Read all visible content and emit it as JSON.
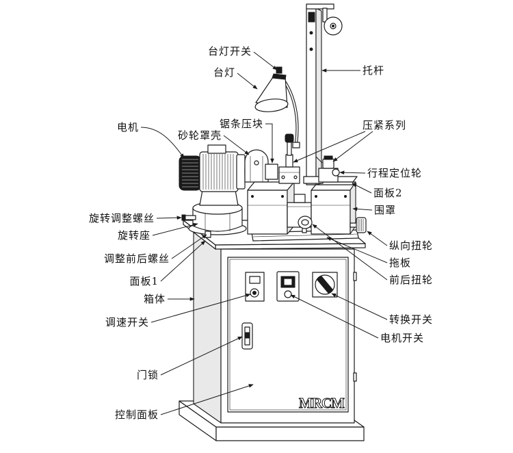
{
  "diagram": {
    "labels": {
      "lamp_switch": "台灯开关",
      "lamp": "台灯",
      "support_rod": "托杆",
      "motor": "电机",
      "saw_blade_clamp_block": "锯条压块",
      "wheel_guard": "砂轮罩壳",
      "clamping_series": "压紧系列",
      "stroke_positioning_wheel": "行程定位轮",
      "panel_2": "面板2",
      "enclosure": "围罩",
      "rotation_adjust_screw": "旋转调整螺丝",
      "rotating_seat": "旋转座",
      "longitudinal_knob": "纵向扭轮",
      "front_back_adjust_screw": "调整前后螺丝",
      "carriage": "拖板",
      "panel_1": "面板1",
      "front_back_knob": "前后扭轮",
      "cabinet": "箱体",
      "selector_switch": "转换开关",
      "speed_switch": "调速开关",
      "motor_switch": "电机开关",
      "door_lock": "门锁",
      "control_panel": "控制面板"
    },
    "logo": "MRCM"
  },
  "colors": {
    "line": "#1a1a1a",
    "background": "#ffffff"
  }
}
